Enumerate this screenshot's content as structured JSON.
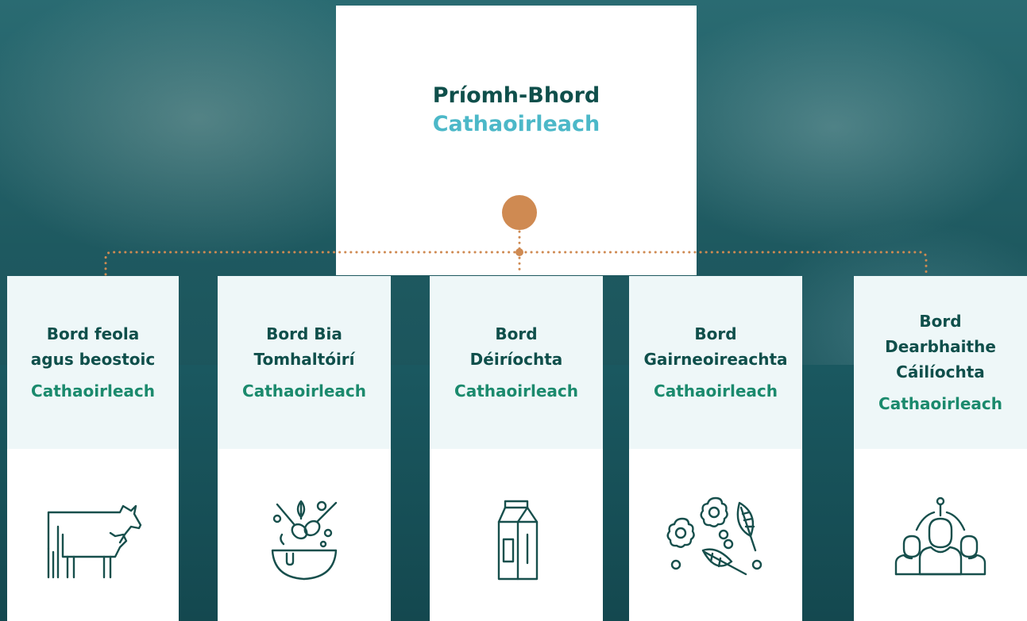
{
  "main_board": {
    "name": "Príomh-Bhord",
    "role": "Cathaoirleach"
  },
  "boards": [
    {
      "line1": "Bord feola",
      "line2": "agus beostoic",
      "line3": "",
      "role": "Cathaoirleach",
      "icon": "cattle-icon"
    },
    {
      "line1": "Bord Bia",
      "line2": "Tomhaltóirí",
      "line3": "",
      "role": "Cathaoirleach",
      "icon": "salad-bowl-icon"
    },
    {
      "line1": "Bord",
      "line2": "Déiríochta",
      "line3": "",
      "role": "Cathaoirleach",
      "icon": "milk-carton-icon"
    },
    {
      "line1": "Bord",
      "line2": "Gairneoireachta",
      "line3": "",
      "role": "Cathaoirleach",
      "icon": "vegetables-icon"
    },
    {
      "line1": "Bord",
      "line2": "Dearbhaithe",
      "line3": "Cáilíochta",
      "role": "Cathaoirleach",
      "icon": "team-icon"
    }
  ],
  "colors": {
    "dark_teal": "#0f4f4b",
    "light_blue": "#4cb8c8",
    "green": "#1b8a6d",
    "orange": "#cf8a52",
    "card_head": "#eef7f8"
  }
}
